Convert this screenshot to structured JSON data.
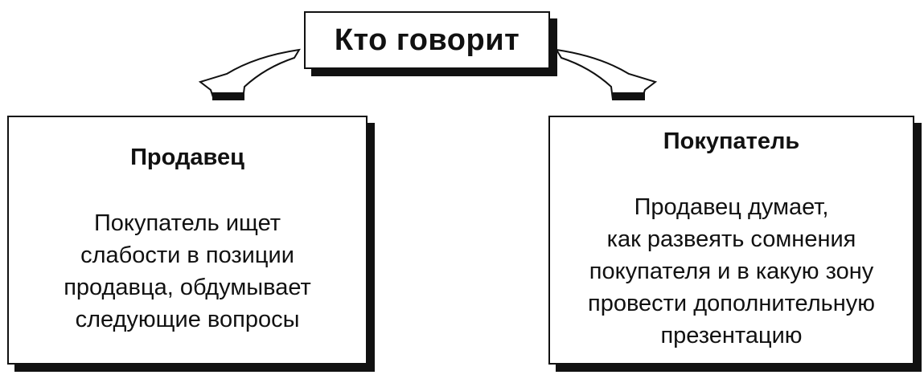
{
  "diagram": {
    "title": "Кто говорит",
    "left": {
      "heading": "Продавец",
      "lines": [
        "Покупатель ищет",
        "слабости в позиции",
        "продавца, обдумывает",
        "следующие вопросы"
      ]
    },
    "right": {
      "heading": "Покупатель",
      "lines": [
        "Продавец думает,",
        "как развеять сомнения",
        "покупателя и в какую зону",
        "провести дополнительную",
        "презентацию"
      ]
    }
  }
}
